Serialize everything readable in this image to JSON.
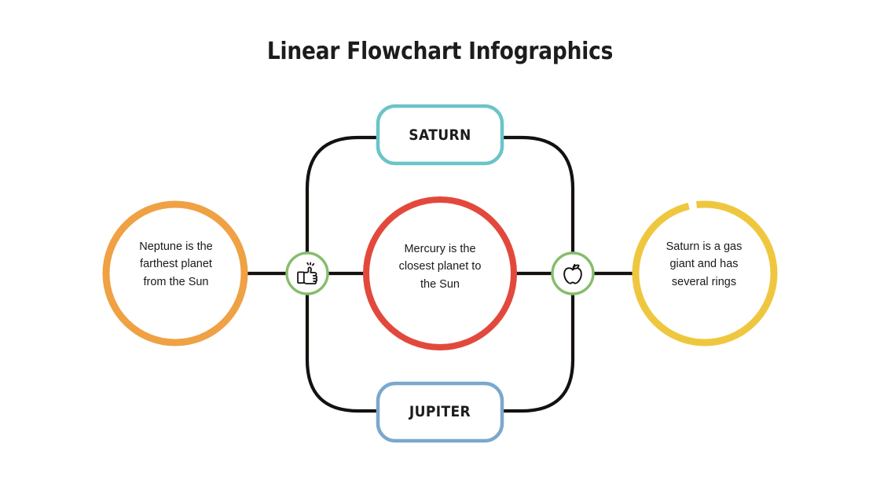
{
  "slide": {
    "title": "Linear Flowchart Infographics",
    "background_color": "#FFFFFF"
  },
  "colors": {
    "title_text": "#1C1C1C",
    "body_text": "#1A1A1A",
    "connector_line": "#14110F",
    "circle_left": "#EFA144",
    "circle_center": "#E2493C",
    "circle_right": "#EFC73F",
    "box_top": "#6BC4C9",
    "box_bottom": "#7BA7CE",
    "badge_ring": "#86BD6B",
    "icon_stroke": "#14110F"
  },
  "nodes": {
    "left_circle": {
      "name": "Neptune",
      "text": "Neptune is the farthest planet from the Sun",
      "lines": [
        "Neptune is the",
        "farthest planet",
        "from the Sun"
      ],
      "color": "#EFA144"
    },
    "center_circle": {
      "name": "Mercury",
      "text": "Mercury is the closest planet to the Sun",
      "lines": [
        "Mercury is the",
        "closest planet to",
        "the Sun"
      ],
      "color": "#E2493C"
    },
    "right_circle": {
      "name": "Saturn",
      "text": "Saturn is a gas giant and has several rings",
      "lines": [
        "Saturn is a gas",
        "giant and has",
        "several rings"
      ],
      "color": "#EFC73F"
    },
    "top_box": {
      "label": "SATURN",
      "color": "#6BC4C9"
    },
    "bottom_box": {
      "label": "JUPITER",
      "color": "#7BA7CE"
    }
  },
  "badges": [
    {
      "icon": "thumbs-up-icon",
      "ring_color": "#86BD6B",
      "position": "left"
    },
    {
      "icon": "apple-icon",
      "ring_color": "#86BD6B",
      "position": "right"
    }
  ]
}
